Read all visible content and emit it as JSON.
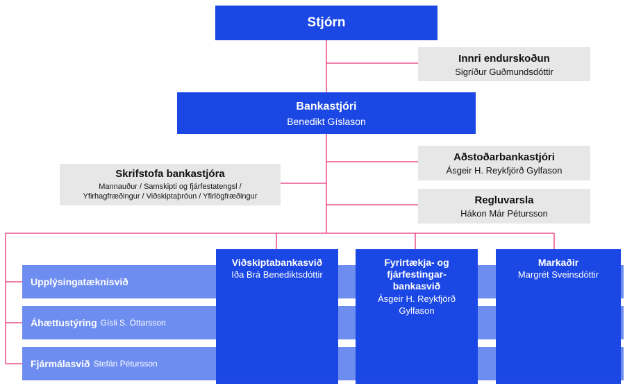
{
  "colors": {
    "primary_blue": "#1b47e4",
    "light_blue": "#6e8df0",
    "gray": "#e7e7e7",
    "connector": "#e8317a"
  },
  "board": {
    "title": "Stjórn"
  },
  "internal_audit": {
    "title": "Innri endurskoðun",
    "person": "Sigríður Guðmundsdóttir"
  },
  "ceo": {
    "title": "Bankastjóri",
    "person": "Benedikt Gíslason"
  },
  "ceo_office": {
    "title": "Skrifstofa bankastjóra",
    "line1": "Mannauður / Samskipti og fjárfestatengsl /",
    "line2": "Yfirhagfræðingur / Viðskiptaþróun / Yfirlögfræðingur"
  },
  "deputy_ceo": {
    "title": "Aðstoðarbankastjóri",
    "person": "Ásgeir H. Reykfjörð Gylfason"
  },
  "compliance": {
    "title": "Regluvarsla",
    "person": "Hákon Már Pétursson"
  },
  "support_units": [
    {
      "title": "Upplýsingatæknisvið",
      "person": ""
    },
    {
      "title": "Áhættustýring",
      "person": "Gísli S. Óttarsson"
    },
    {
      "title": "Fjármálasvið",
      "person": "Stefán Pétursson"
    }
  ],
  "business_units": [
    {
      "title_lines": [
        "Viðskiptabankasvið"
      ],
      "person_lines": [
        "Iða Brá Benediktsdóttir"
      ]
    },
    {
      "title_lines": [
        "Fyrirtækja- og",
        "fjárfestingar-",
        "bankasvið"
      ],
      "person_lines": [
        "Ásgeir H. Reykfjörð",
        "Gylfason"
      ]
    },
    {
      "title_lines": [
        "Markaðir"
      ],
      "person_lines": [
        "Margrét Sveinsdóttir"
      ]
    }
  ]
}
